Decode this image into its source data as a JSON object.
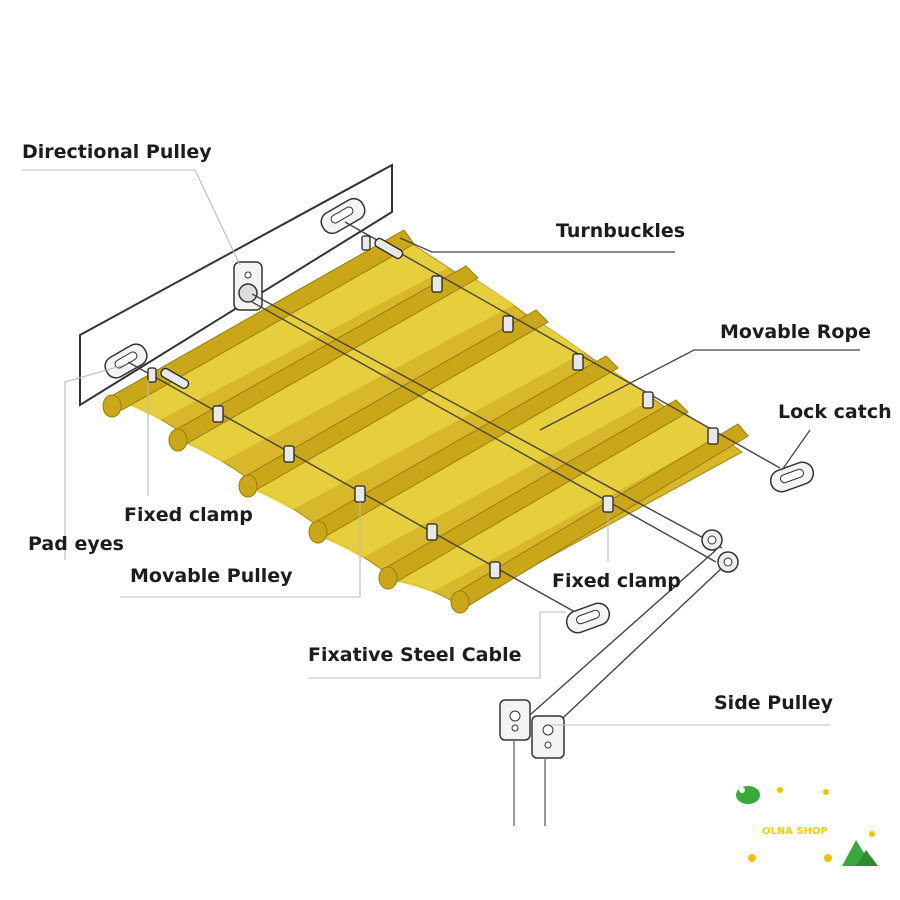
{
  "labels": {
    "directional_pulley": "Directional Pulley",
    "turnbuckles": "Turnbuckles",
    "movable_rope": "Movable Rope",
    "lock_catch": "Lock catch",
    "fixed_clamp_left": "Fixed clamp",
    "pad_eyes": "Pad eyes",
    "movable_pulley": "Movable Pulley",
    "fixed_clamp_right": "Fixed clamp",
    "fixative_steel_cable": "Fixative Steel Cable",
    "side_pulley": "Side Pulley"
  },
  "watermark": {
    "text": "OLNA SHOP"
  },
  "colors": {
    "fabric": "#d8b82a",
    "fabric_light": "#f0dc4a",
    "line": "#333333"
  }
}
